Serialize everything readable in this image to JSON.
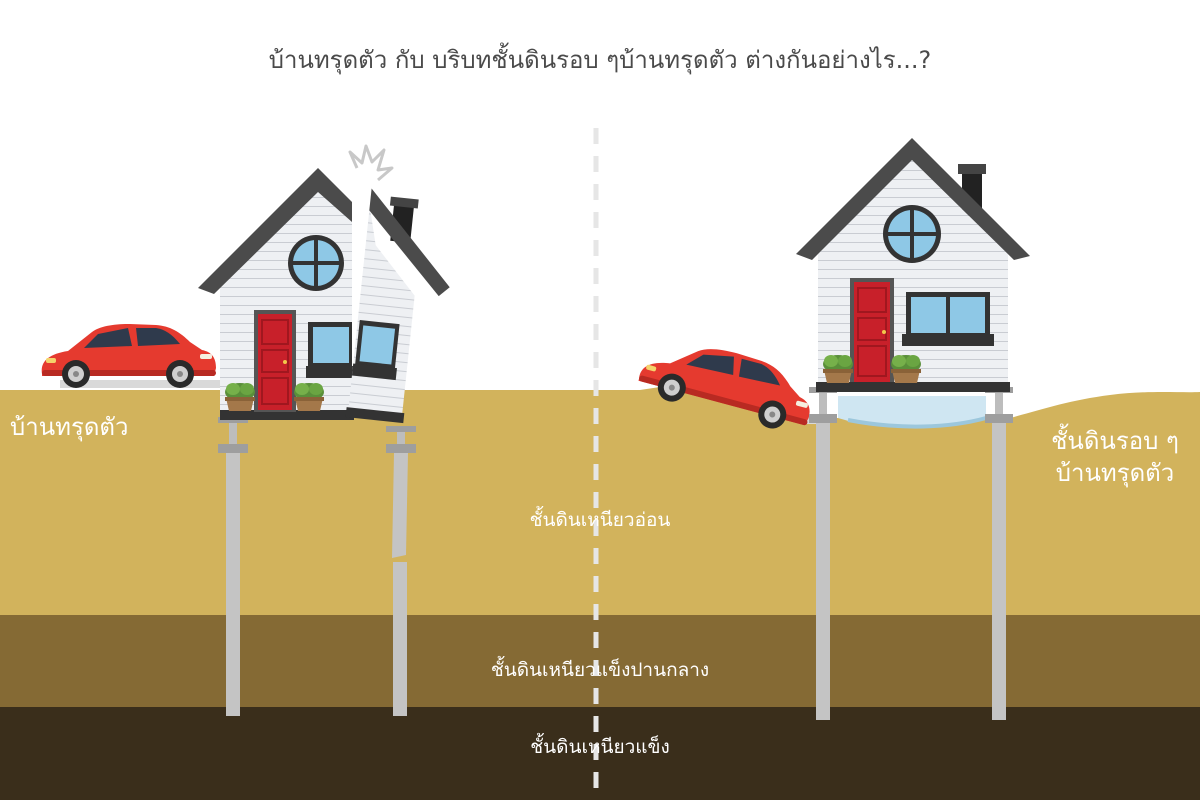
{
  "title": "บ้านทรุดตัว กับ บริบทชั้นดินรอบ ๆบ้านทรุดตัว ต่างกันอย่างไร...?",
  "labels": {
    "left_side": "บ้านทรุดตัว",
    "right_side_line1": "ชั้นดินรอบ ๆ",
    "right_side_line2": "บ้านทรุดตัว"
  },
  "layers": {
    "soft": "ชั้นดินเหนียวอ่อน",
    "medium": "ชั้นดินเหนียวแข็งปานกลาง",
    "hard": "ชั้นดินเหนียวแข็ง"
  },
  "colors": {
    "soft_clay": "#d2b35c",
    "medium_clay": "#856a34",
    "hard_clay": "#3a2e1b",
    "house_wall": "#eef0f3",
    "roof": "#4b4b4b",
    "door": "#c8202a",
    "car": "#e53a2f",
    "pile": "#c4c4c4",
    "water": "#cfe6f2"
  },
  "icons": [
    "house-icon",
    "broken-house-icon",
    "car-icon",
    "crack-icon",
    "plant-pot-icon",
    "pile-icon"
  ]
}
